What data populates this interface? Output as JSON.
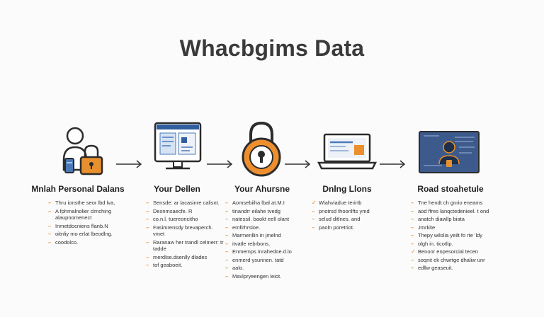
{
  "title": "Whacbgims Data",
  "steps": [
    {
      "title": "Mnlah Personal Dalans",
      "icon": "person-with-lock-icon",
      "bullets": [
        "Thru ionsthe seor lbd lva,",
        "A fphmalnolier clmching alaupnomenect",
        "Inmetdocniens flanb.N",
        "oitnliy mo erlat lbeodlng.",
        "coodolco."
      ]
    },
    {
      "title": "Your Dellen",
      "icon": "monitor-form-icon",
      "bullets": [
        "Sensde: ar lacasinre calisnt.",
        "Desnmsaecfe. R",
        "co.n.l. tuereoncitho",
        "Fasimrensdy brevaperch. vmet",
        "Raranaw her trandl celmerr: tr tadde",
        "merdlse.dsenlly dlades",
        "tof geaboeit."
      ]
    },
    {
      "title": "Your Ahursne",
      "icon": "padlock-icon",
      "bullets": [
        "Aomsebiiha lbal at.M.I",
        "tinandrr eilahe tvedg",
        "natessil. baokt eell olant",
        "emfirhrsloe.",
        "Marmenllin in jmelnd",
        "itvatle rebrbons.",
        "Enmemps Inrahedoe.d.lo",
        "enmerd ysunnen. tatd",
        "aalo.",
        "Mavlpryeengen leiot."
      ]
    },
    {
      "title": "Dnlng Llons",
      "icon": "laptop-icon",
      "bullets": [
        "Wiahviadue terirtb",
        "pnotrsd thoonlfts ymd",
        "selud ditlnes. and",
        "paoln poretriot."
      ]
    },
    {
      "title": "Road stoahetule",
      "icon": "secure-screen-icon",
      "bullets": [
        "Tne hendt ch gnrio eneams",
        "aod ffres lanqctedenieel. t ond",
        "anatch diawllp biata",
        "Jmrkite",
        "Thepy wilolia yeilt fo rte 'ldy",
        "olgh in. ticotlip.",
        "Benonr enpesorcial tecen",
        "soqnit ek chwrtge dhaliw unr",
        "edllw geaseuit."
      ]
    }
  ]
}
